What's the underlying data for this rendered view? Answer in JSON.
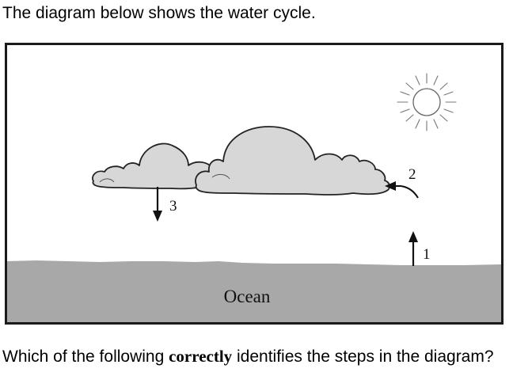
{
  "intro_text": "The diagram below shows the water cycle.",
  "diagram": {
    "ocean_label": "Ocean",
    "steps": [
      {
        "number": "1"
      },
      {
        "number": "2"
      },
      {
        "number": "3"
      }
    ]
  },
  "question": {
    "before": "Which of the following ",
    "emphasis": "correctly",
    "after": " identifies the steps in the diagram?"
  },
  "colors": {
    "ocean": "#a8a8a8",
    "cloud": "#d7d7d7",
    "frame": "#1a1a1a"
  }
}
